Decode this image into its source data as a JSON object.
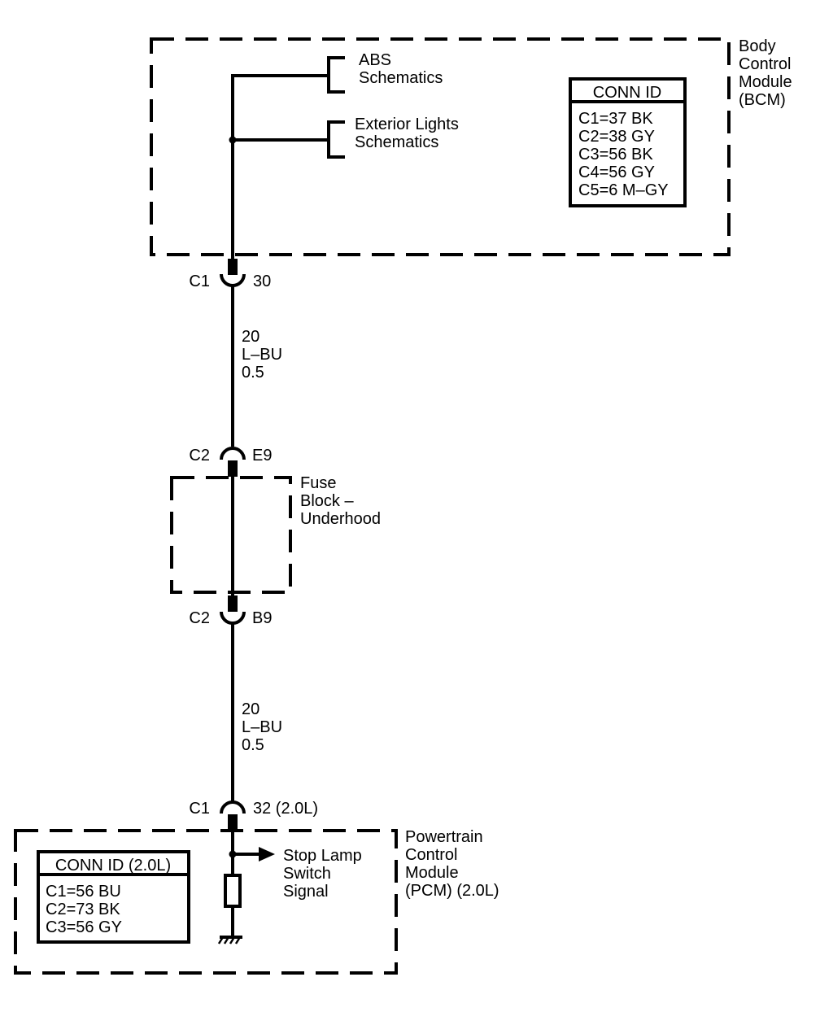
{
  "bcm": {
    "label_lines": [
      "Body",
      "Control",
      "Module",
      "(BCM)"
    ],
    "conn_id": {
      "title": "CONN ID",
      "rows": [
        "C1=37 BK",
        "C2=38 GY",
        "C3=56 BK",
        "C4=56 GY",
        "C5=6 M–GY"
      ]
    },
    "branches": [
      {
        "lines": [
          "ABS",
          "Schematics"
        ]
      },
      {
        "lines": [
          "Exterior Lights",
          "Schematics"
        ]
      }
    ],
    "connector": {
      "name": "C1",
      "pin": "30"
    }
  },
  "wire_upper": {
    "lines": [
      "20",
      "L–BU",
      "0.5"
    ]
  },
  "fuse_block": {
    "label_lines": [
      "Fuse",
      "Block –",
      "Underhood"
    ],
    "connector_in": {
      "name": "C2",
      "pin": "E9"
    },
    "connector_out": {
      "name": "C2",
      "pin": "B9"
    }
  },
  "wire_lower": {
    "lines": [
      "20",
      "L–BU",
      "0.5"
    ]
  },
  "pcm": {
    "label_lines": [
      "Powertrain",
      "Control",
      "Module",
      "(PCM) (2.0L)"
    ],
    "connector": {
      "name": "C1",
      "pin": "32 (2.0L)"
    },
    "conn_id": {
      "title": "CONN ID (2.0L)",
      "rows": [
        "C1=56 BU",
        "C2=73 BK",
        "C3=56 GY"
      ]
    },
    "signal_lines": [
      "Stop Lamp",
      "Switch",
      "Signal"
    ]
  }
}
